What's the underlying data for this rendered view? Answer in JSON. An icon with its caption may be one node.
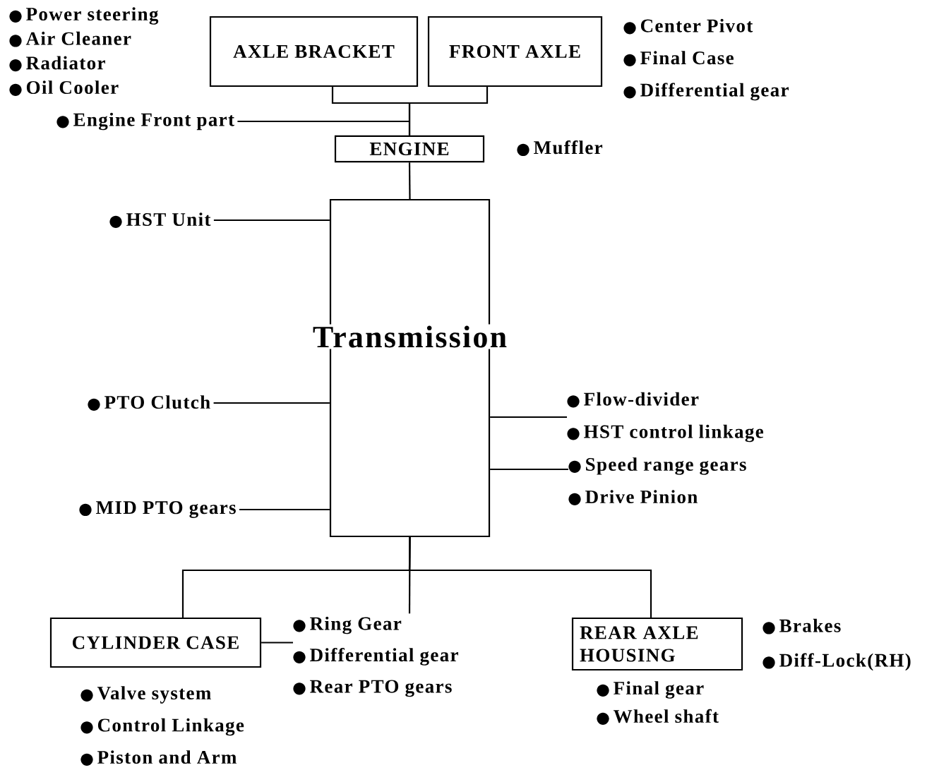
{
  "diagram": {
    "nodes": [
      {
        "text": [
          "AXLE BRACKET"
        ]
      },
      {
        "text": [
          "FRONT AXLE"
        ]
      },
      {
        "text": [
          "Engine Front part"
        ]
      },
      {
        "text": [
          "ENGINE"
        ]
      },
      {
        "text": [
          "HST Unit"
        ]
      },
      {
        "text": [
          "Transmission"
        ]
      },
      {
        "text": [
          "PTO Clutch"
        ]
      },
      {
        "text": [
          "Flow-divider",
          "HST control linkage"
        ]
      },
      {
        "text": [
          "MID PTO gears"
        ]
      },
      {
        "text": [
          "Speed range gears",
          "Drive Pinion"
        ]
      },
      {
        "text": [
          "CYLINDER CASE"
        ]
      },
      {
        "text": [
          "Ring Gear",
          "Differential gear",
          "Rear PTO gears"
        ]
      },
      {
        "text": [
          "REAR AXLE HOUSING"
        ]
      },
      {
        "text": [
          "Power steering",
          "Air Cleaner",
          "Radiator",
          "Oil Cooler"
        ]
      },
      {
        "text": [
          "Center Pivot",
          "Final Case",
          "Differential gear"
        ]
      },
      {
        "text": [
          "Muffler"
        ]
      },
      {
        "text": [
          "Valve system",
          "Control Linkage",
          "Piston and Arm"
        ]
      },
      {
        "text": [
          "Brakes",
          "Diff-Lock(RH)"
        ]
      },
      {
        "text": [
          "Final gear",
          "Wheel shaft"
        ]
      }
    ],
    "edges": [
      {
        "from": 0,
        "to": 3,
        "arrow": "none"
      },
      {
        "from": 1,
        "to": 3,
        "arrow": "none"
      },
      {
        "from": 2,
        "to": 3,
        "arrow": "none"
      },
      {
        "from": 3,
        "to": 5,
        "arrow": "none"
      },
      {
        "from": 4,
        "to": 5,
        "arrow": "none"
      },
      {
        "from": 6,
        "to": 5,
        "arrow": "none"
      },
      {
        "from": 5,
        "to": 7,
        "arrow": "none"
      },
      {
        "from": 8,
        "to": 5,
        "arrow": "none"
      },
      {
        "from": 5,
        "to": 9,
        "arrow": "none"
      },
      {
        "from": 5,
        "to": 10,
        "arrow": "none"
      },
      {
        "from": 5,
        "to": 12,
        "arrow": "none"
      },
      {
        "from": 5,
        "to": 11,
        "arrow": "none"
      },
      {
        "from": 10,
        "to": 11,
        "arrow": "none"
      }
    ]
  }
}
